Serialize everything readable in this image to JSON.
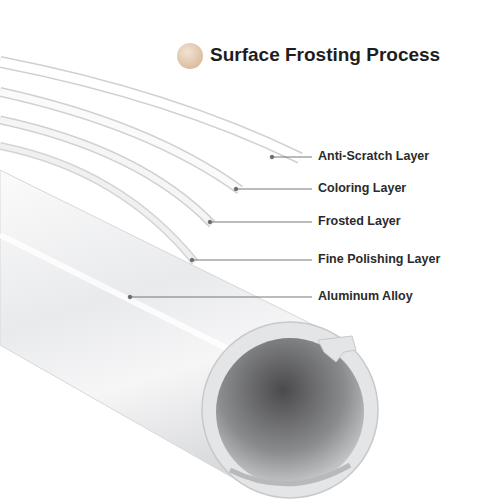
{
  "diagram": {
    "title": "Surface Frosting Process",
    "labels": [
      "Anti-Scratch Layer",
      "Coloring Layer",
      "Frosted Layer",
      "Fine Polishing Layer",
      "Aluminum Alloy"
    ]
  }
}
